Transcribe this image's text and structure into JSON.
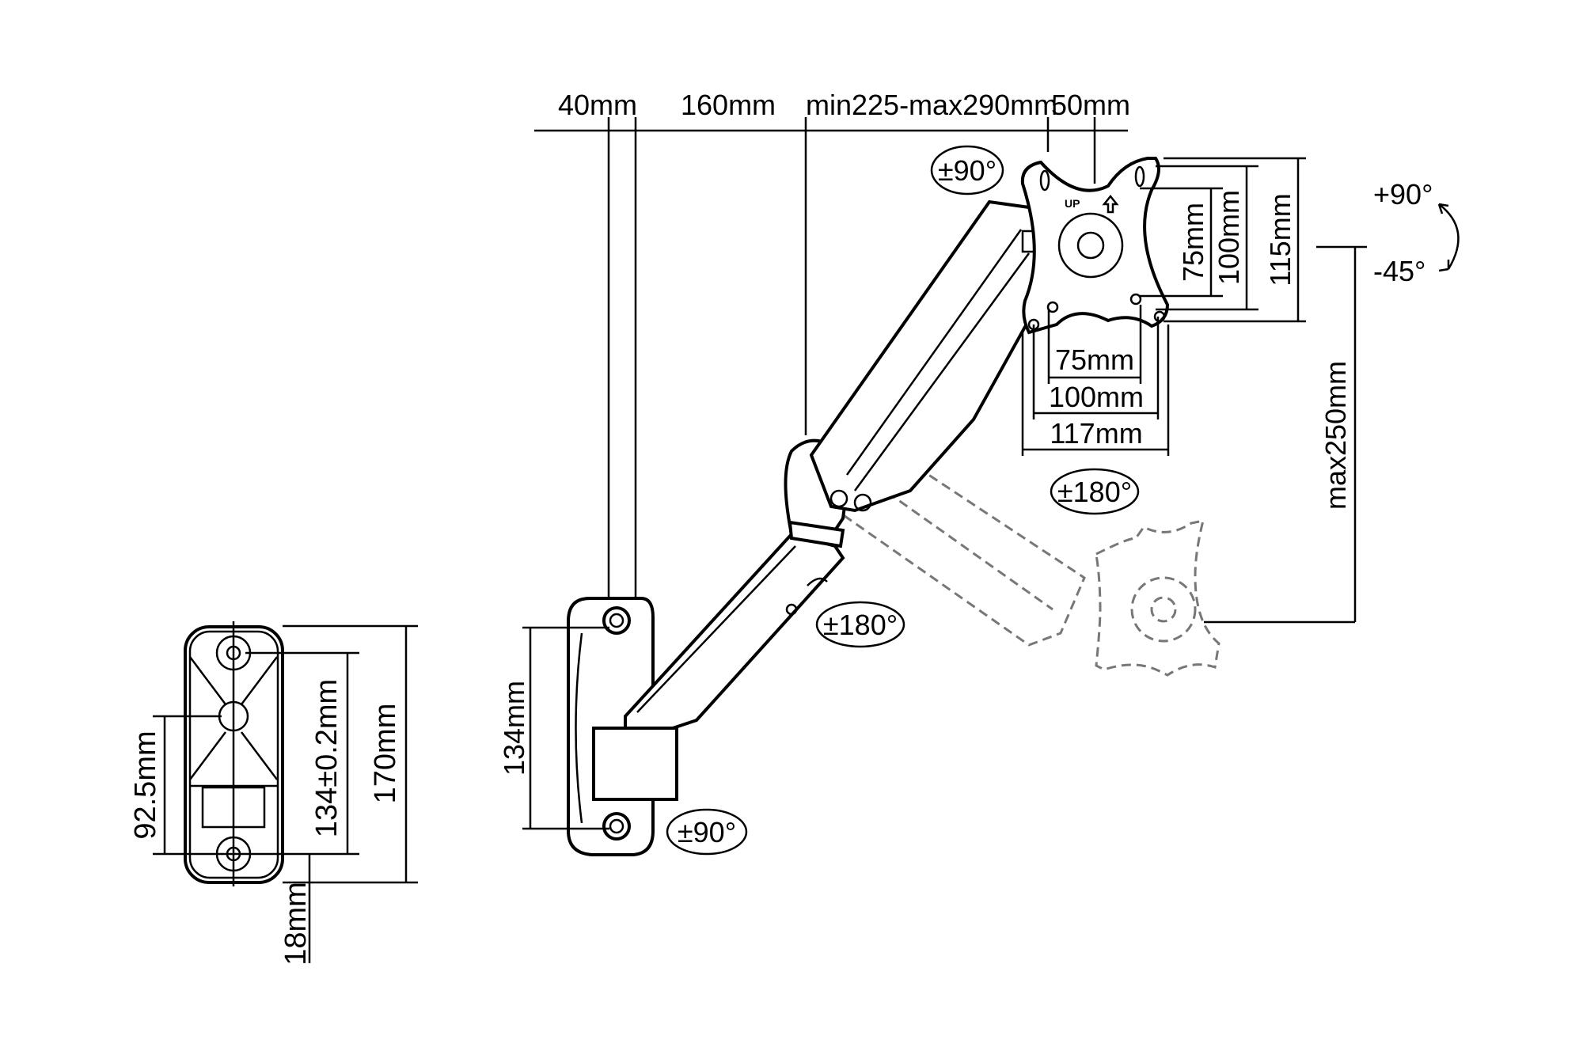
{
  "top_dimensions": {
    "d1": "40mm",
    "d2": "160mm",
    "d3": "min225-max290mm",
    "d4": "50mm"
  },
  "vesa_dimensions": {
    "v75": "75mm",
    "v100": "100mm",
    "v115": "115mm",
    "h75": "75mm",
    "h100": "100mm",
    "h117": "117mm"
  },
  "tilt": {
    "up": "+90°",
    "down": "-45°"
  },
  "height_adjust": "max250mm",
  "rotations": {
    "head_rotation": "±90°",
    "head_swivel": "±180°",
    "elbow_swivel": "±180°",
    "base_swivel": "±90°"
  },
  "wall_plate_height": "134mm",
  "plate_label": "UP",
  "bracket_dimensions": {
    "d92": "92.5mm",
    "d134": "134±0.2mm",
    "d170": "170mm",
    "d18": "18mm"
  }
}
